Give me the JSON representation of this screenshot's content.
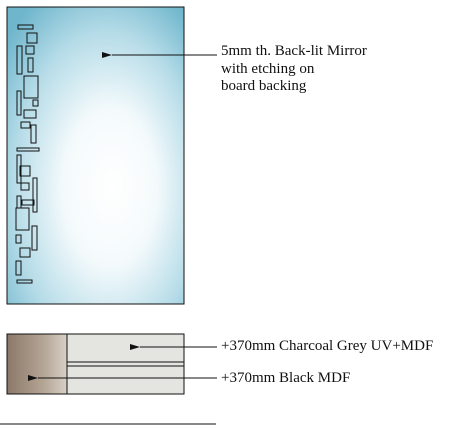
{
  "annotations": {
    "mirror": {
      "lines": [
        "5mm th. Back-lit Mirror",
        "with etching on",
        "board backing"
      ]
    },
    "charcoal": "+370mm Charcoal Grey UV+MDF",
    "black": "+370mm Black MDF"
  },
  "colors": {
    "mirror_edge": "#6fb6cc",
    "mirror_center": "#ffffff",
    "charcoal_panel": "#e4e4e0",
    "black_mdf_dark": "#8c7868",
    "black_mdf_light": "#d8d0c6",
    "outline": "#111111"
  }
}
